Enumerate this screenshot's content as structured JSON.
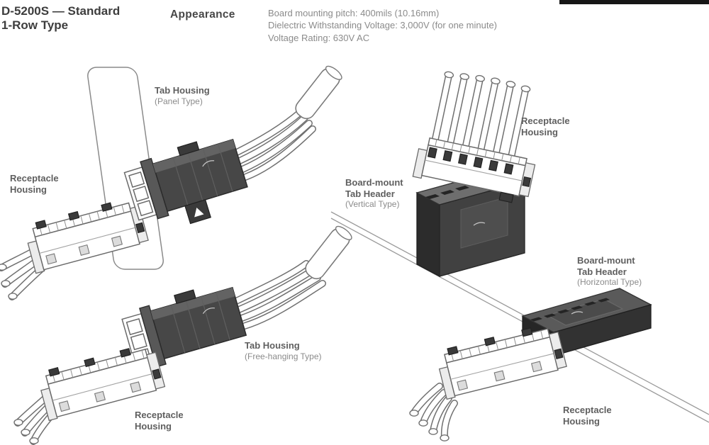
{
  "header": {
    "title_line1": "D-5200S — Standard",
    "title_line2": "1-Row Type",
    "section": "Appearance",
    "specs": [
      "Board mounting pitch: 400mils (10.16mm)",
      "Dielectric Withstanding Voltage: 3,000V (for one minute)",
      "Voltage Rating: 630V AC"
    ]
  },
  "labels": {
    "tab_panel": {
      "l1": "Tab Housing",
      "sub": "(Panel Type)"
    },
    "rcpt_ul": {
      "l1": "Receptacle",
      "l2": "Housing"
    },
    "tab_free": {
      "l1": "Tab Housing",
      "sub": "(Free-hanging Type)"
    },
    "rcpt_ll": {
      "l1": "Receptacle",
      "l2": "Housing"
    },
    "rcpt_ur": {
      "l1": "Receptacle",
      "l2": "Housing"
    },
    "bm_vert": {
      "l1": "Board-mount",
      "l2": "Tab Header",
      "sub": "(Vertical Type)"
    },
    "bm_horiz": {
      "l1": "Board-mount",
      "l2": "Tab Header",
      "sub": "(Horizontal Type)"
    },
    "rcpt_lr": {
      "l1": "Receptacle",
      "l2": "Housing"
    }
  },
  "colors": {
    "housing_dark": "#474747",
    "outline_gray": "#707070",
    "label_text": "#5f5f5f",
    "sub_text": "#8b8b8b"
  }
}
